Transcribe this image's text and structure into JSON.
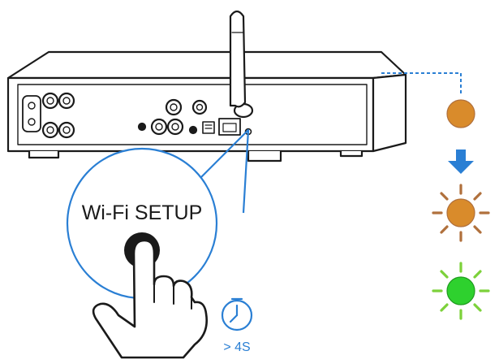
{
  "callout": {
    "label": "Wi-Fi SETUP"
  },
  "timer": {
    "label": "> 4S"
  },
  "colors": {
    "outline": "#1a1a1a",
    "accent_blue": "#2a7fd4",
    "led_orange": "#d98b2b",
    "led_orange_rays": "#b0703c",
    "led_green": "#2ed12e",
    "led_green_rays": "#7cd13a"
  },
  "icons": {
    "router": "router-device-icon",
    "button": "wifi-setup-button-icon",
    "hand": "pressing-hand-icon",
    "timer": "stopwatch-icon",
    "arrow": "arrow-down-icon"
  },
  "led_states": [
    "steady-orange",
    "blinking-orange",
    "blinking-green"
  ]
}
